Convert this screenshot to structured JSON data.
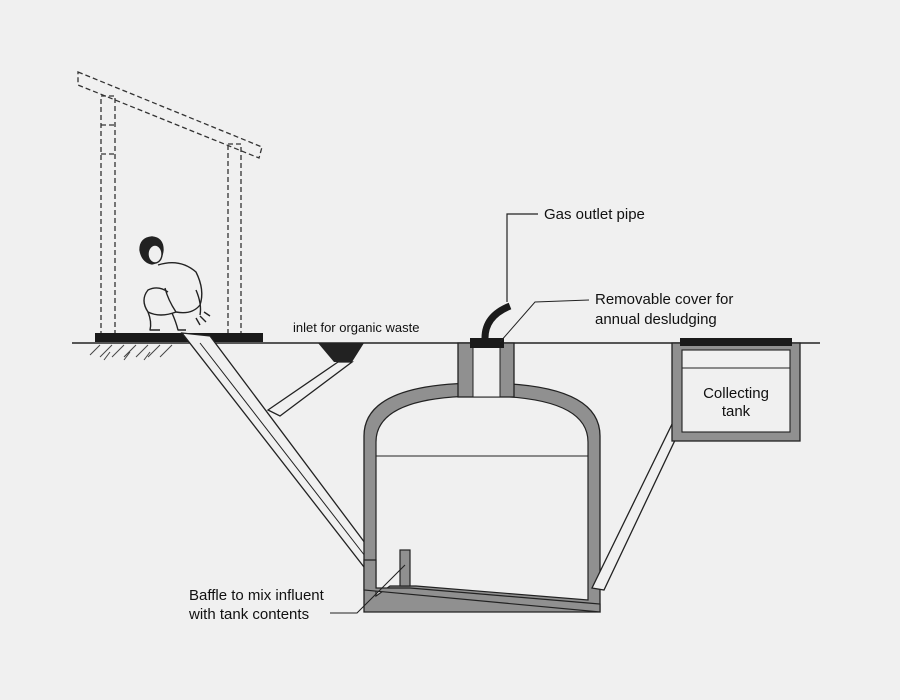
{
  "labels": {
    "gas_outlet": "Gas outlet pipe",
    "removable_cover_line1": "Removable cover for",
    "removable_cover_line2": "annual desludging",
    "inlet": "inlet for organic waste",
    "collecting_line1": "Collecting",
    "collecting_line2": "tank",
    "baffle_line1": "Baffle to mix influent",
    "baffle_line2": "with tank contents"
  },
  "colors": {
    "background": "#f0f0f0",
    "wall": "#909090",
    "line": "#222222",
    "slab": "#1a1a1a"
  }
}
